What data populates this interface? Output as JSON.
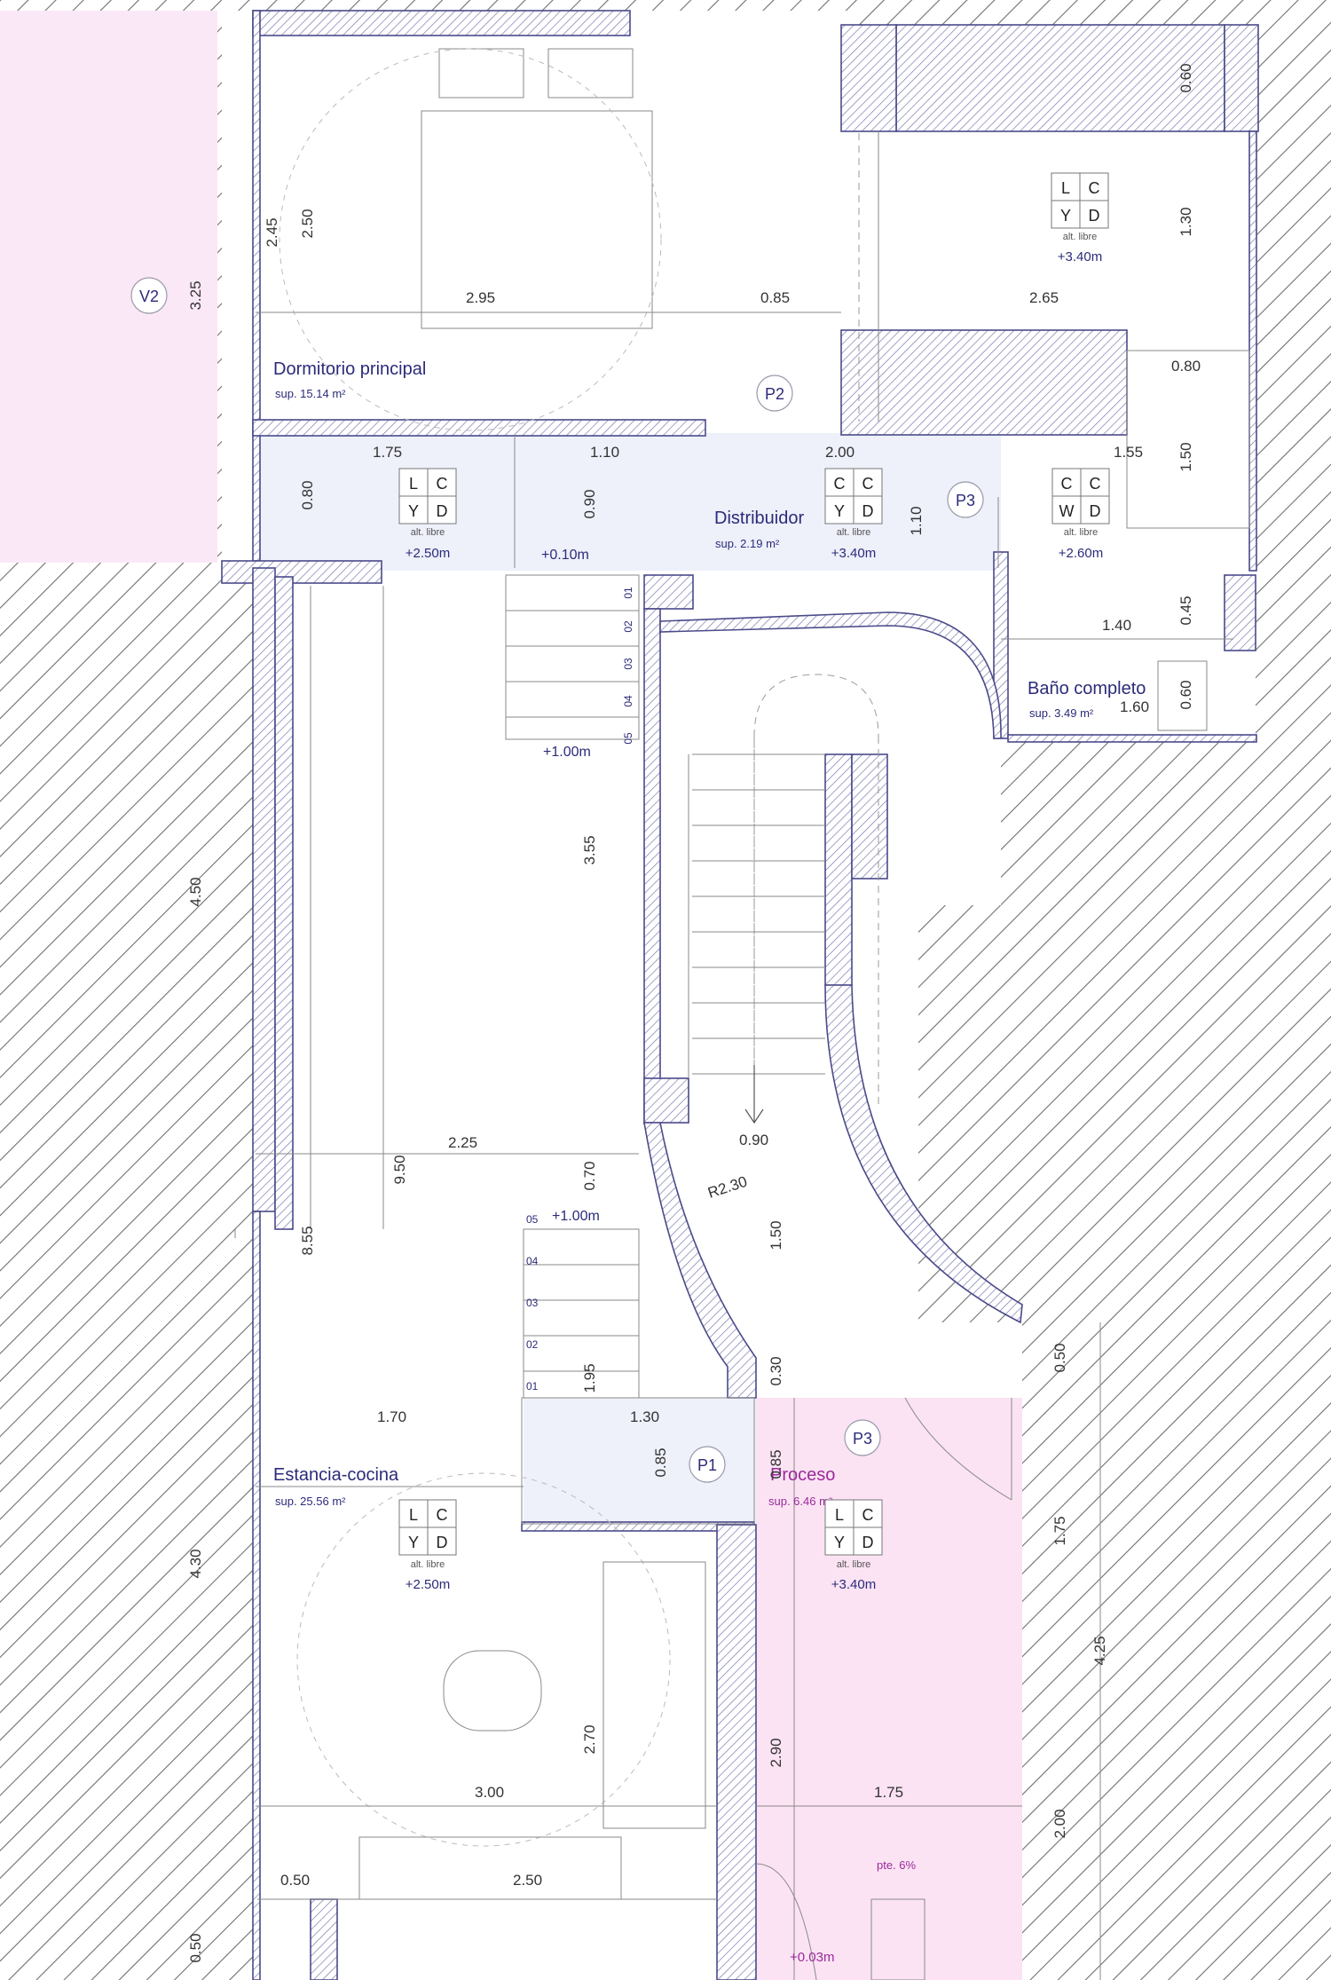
{
  "colors": {
    "wall_stroke": "#4a4a8a",
    "text_blue": "#2b2b7a",
    "process_pink": "#fbe3f4",
    "process_text": "#9a2a9a",
    "exterior_pink": "#fbe8f6",
    "distributor_blue": "#eef0fa"
  },
  "rooms": {
    "dormitorio": {
      "name": "Dormitorio principal",
      "area": "sup. 15.14 m²"
    },
    "distribuidor": {
      "name": "Distribuidor",
      "area": "sup. 2.19 m²"
    },
    "bano": {
      "name": "Baño completo",
      "area": "sup. 3.49 m²"
    },
    "estancia": {
      "name": "Estancia-cocina",
      "area": "sup. 25.56 m²"
    },
    "proceso": {
      "name": "Proceso",
      "area": "sup. 6.46 m²"
    }
  },
  "tags": {
    "v2": "V2",
    "p2": "P2",
    "p3_top": "P3",
    "p1": "P1",
    "p3_bottom": "P3"
  },
  "finish_legend": {
    "alt_label": "alt. libre",
    "bedroom": {
      "cells": [
        "L",
        "C",
        "Y",
        "D"
      ],
      "alt": "+3.40m"
    },
    "hall_left": {
      "cells": [
        "L",
        "C",
        "Y",
        "D"
      ],
      "alt": "+2.50m"
    },
    "hall_center": {
      "cells": [
        "C",
        "C",
        "Y",
        "D"
      ],
      "alt": "+3.40m"
    },
    "hall_right": {
      "cells": [
        "C",
        "C",
        "W",
        "D"
      ],
      "alt": "+2.60m"
    },
    "living": {
      "cells": [
        "L",
        "C",
        "Y",
        "D"
      ],
      "alt": "+2.50m"
    },
    "process": {
      "cells": [
        "L",
        "C",
        "Y",
        "D"
      ],
      "alt": "+3.40m"
    }
  },
  "levels": {
    "hall": "+0.10m",
    "stair_upper": "+1.00m",
    "stair_lower": "+1.00m",
    "process_floor": "+0.03m",
    "slope": "pte. 6%"
  },
  "stair_steps": {
    "upper": [
      "01",
      "02",
      "03",
      "04",
      "05"
    ],
    "lower": [
      "05",
      "04",
      "03",
      "02",
      "01"
    ]
  },
  "dimensions": {
    "h_295": "2.95",
    "h_085": "0.85",
    "h_265": "2.65",
    "h_080_bath": "0.80",
    "h_175_hall": "1.75",
    "h_110_hall": "1.10",
    "h_200": "2.00",
    "h_155": "1.55",
    "h_140": "1.40",
    "h_160": "1.60",
    "h_225": "2.25",
    "h_090": "0.90",
    "h_170": "1.70",
    "h_130": "1.30",
    "h_300": "3.00",
    "h_175_proc": "1.75",
    "h_050": "0.50",
    "h_250": "2.50",
    "radius": "R2.30",
    "v_325": "3.25",
    "v_245": "2.45",
    "v_250": "2.50",
    "v_060_top": "0.60",
    "v_130": "1.30",
    "v_150": "1.50",
    "v_080_hall": "0.80",
    "v_090_hall": "0.90",
    "v_110_hall": "1.10",
    "v_045": "0.45",
    "v_060_bath": "0.60",
    "v_450": "4.50",
    "v_355": "3.55",
    "v_950": "9.50",
    "v_855": "8.55",
    "v_070": "0.70",
    "v_150_stair": "1.50",
    "v_195": "1.95",
    "v_030": "0.30",
    "v_085": "0.85",
    "v_430": "4.30",
    "v_270": "2.70",
    "v_290": "2.90",
    "v_050_right": "0.50",
    "v_175_right": "1.75",
    "v_425": "4.25",
    "v_200_right": "2.00",
    "v_050_bottom": "0.50"
  }
}
